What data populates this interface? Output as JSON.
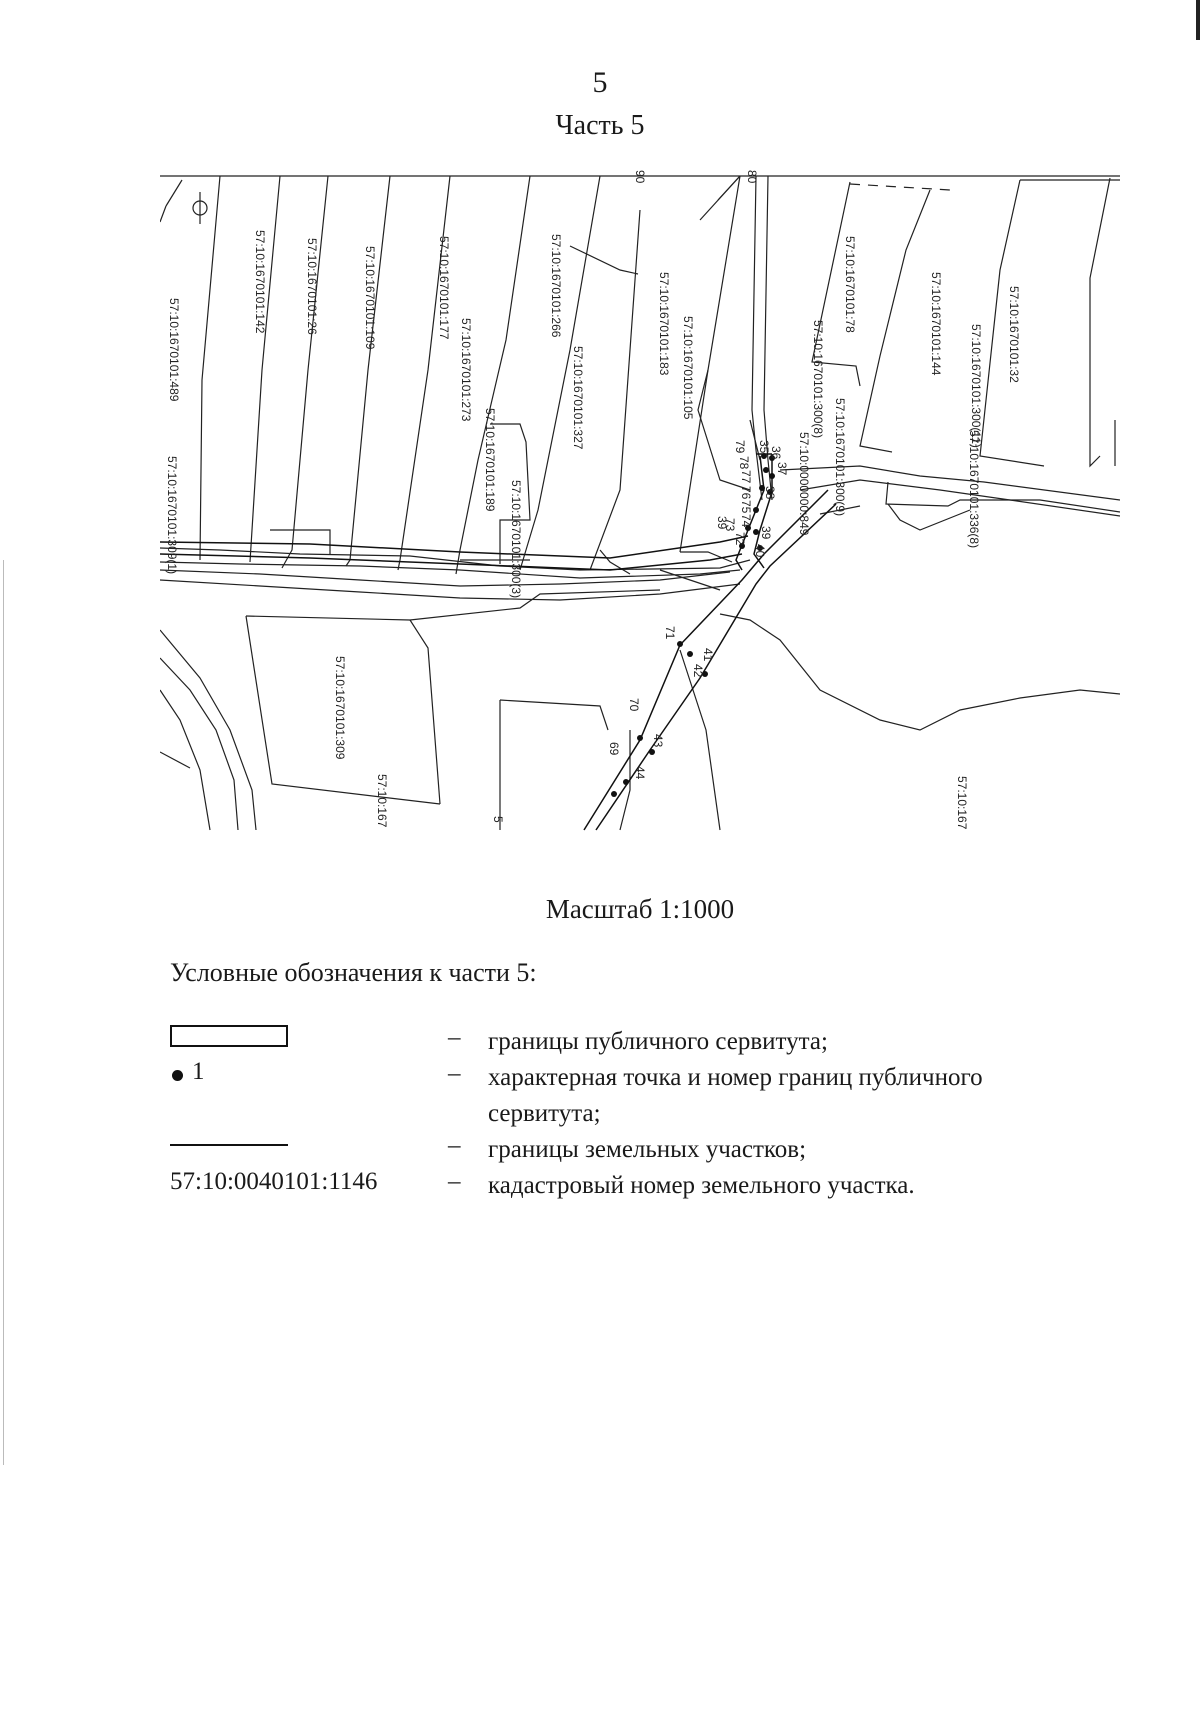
{
  "page": {
    "number": "5",
    "part_title": "Часть 5"
  },
  "map": {
    "parcels": {
      "p489": "57:10:1670101:489",
      "p142": "57:10:1670101:142",
      "p26": "57:10:1670101:26",
      "p109": "57:10:1670101:109",
      "p177": "57:10:1670101:177",
      "p273": "57:10:1670101:273",
      "p189": "57:10:1670101:189",
      "p266": "57:10:1670101:266",
      "p327": "57:10:1670101:327",
      "p183": "57:10:1670101:183",
      "p105": "57:10:1670101:105",
      "p78": "57:10:1670101:78",
      "p144": "57:10:1670101:144",
      "p32": "57:10:1670101:32",
      "p300_8": "57:10:1670101:300(8)",
      "p300_9": "57:10:1670101:300(9)",
      "p849": "57:10:0000000:849",
      "p309_1": "57:10:1670101:309(1)",
      "p336_8": "57:10:1670101:336(8)",
      "p300_11": "57:10:1670101:300(11)",
      "p300_3": "57:10:1670101:300(3)",
      "p309": "57:10:1670101:309",
      "p167a": "57:10:167",
      "p167b": "57:10:167",
      "frag_90": "90",
      "frag_80": "80",
      "frag_5": "5"
    },
    "points": {
      "p35": "35",
      "p36": "36",
      "p37": "37",
      "p38": "38",
      "p79": "79",
      "p78": "78",
      "p77": "77",
      "p76": "76",
      "p75": "75",
      "p74": "74",
      "p73": "73",
      "p72": "72",
      "p39a": "39",
      "p39": "39",
      "p40": "40",
      "p41": "41",
      "p42": "42",
      "p71": "71",
      "p70": "70",
      "p43": "43",
      "p44": "44",
      "p69": "69"
    },
    "symbol_phi": "Ф"
  },
  "scale_text": "Масштаб 1:1000",
  "legend": {
    "title": "Условные обозначения к части 5:",
    "items": [
      {
        "dash": "–",
        "desc": "границы публичного сервитута;"
      },
      {
        "symbol_number": "1",
        "dash": "–",
        "desc": "характерная точка и номер границ публичного сервитута;"
      },
      {
        "dash": "–",
        "desc": "границы земельных участков;"
      },
      {
        "symbol_text": "57:10:0040101:1146",
        "dash": "–",
        "desc": "кадастровый номер земельного участка."
      }
    ]
  }
}
